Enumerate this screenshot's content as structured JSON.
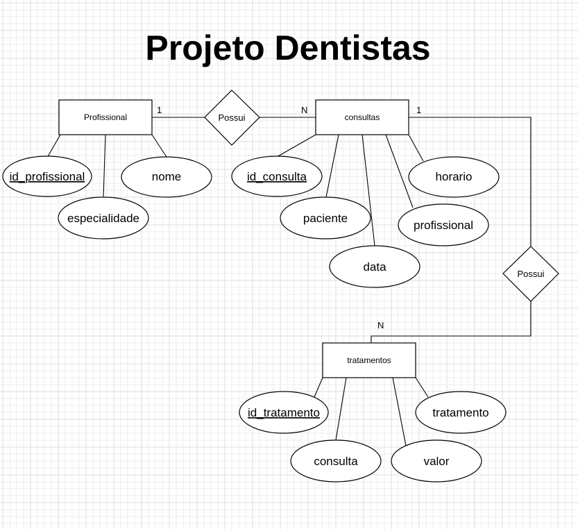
{
  "title": "Projeto Dentistas",
  "entities": {
    "profissional": "Profissional",
    "consultas": "consultas",
    "tratamentos": "tratamentos"
  },
  "relationships": {
    "possui_1": "Possui",
    "possui_2": "Possui"
  },
  "cardinalities": {
    "prof_side": "1",
    "consultas_side_left": "N",
    "consultas_side_right": "1",
    "tratamentos_side": "N"
  },
  "attributes": {
    "profissional": {
      "id_profissional": "id_profissional",
      "especialidade": "especialidade",
      "nome": "nome"
    },
    "consultas": {
      "id_consulta": "id_consulta",
      "paciente": "paciente",
      "data": "data",
      "profissional": "profissional",
      "horario": "horario"
    },
    "tratamentos": {
      "id_tratamento": "id_tratamento",
      "consulta": "consulta",
      "valor": "valor",
      "tratamento": "tratamento"
    }
  }
}
